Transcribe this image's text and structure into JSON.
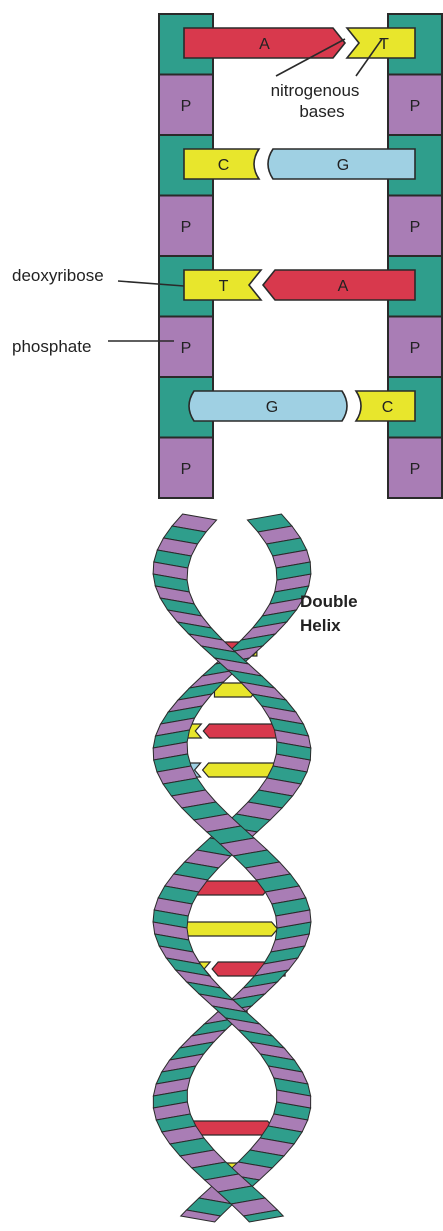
{
  "colors": {
    "sugar": "#2f9e8c",
    "phosphate": "#a97db5",
    "adenine": "#d8394d",
    "thymine": "#e8e62c",
    "cytosine": "#e8e62c",
    "guanine": "#9fd0e3",
    "outline": "#2a2a2a"
  },
  "ladder": {
    "phosphate_symbol": "P",
    "base_pairs": [
      {
        "left": "A",
        "right": "T"
      },
      {
        "left": "C",
        "right": "G"
      },
      {
        "left": "T",
        "right": "A"
      },
      {
        "left": "G",
        "right": "C"
      }
    ],
    "labels": {
      "nitrogenous": "nitrogenous",
      "bases": "bases",
      "deoxyribose": "deoxyribose",
      "phosphate": "phosphate"
    }
  },
  "helix": {
    "title_line1": "Double",
    "title_line2": "Helix"
  }
}
